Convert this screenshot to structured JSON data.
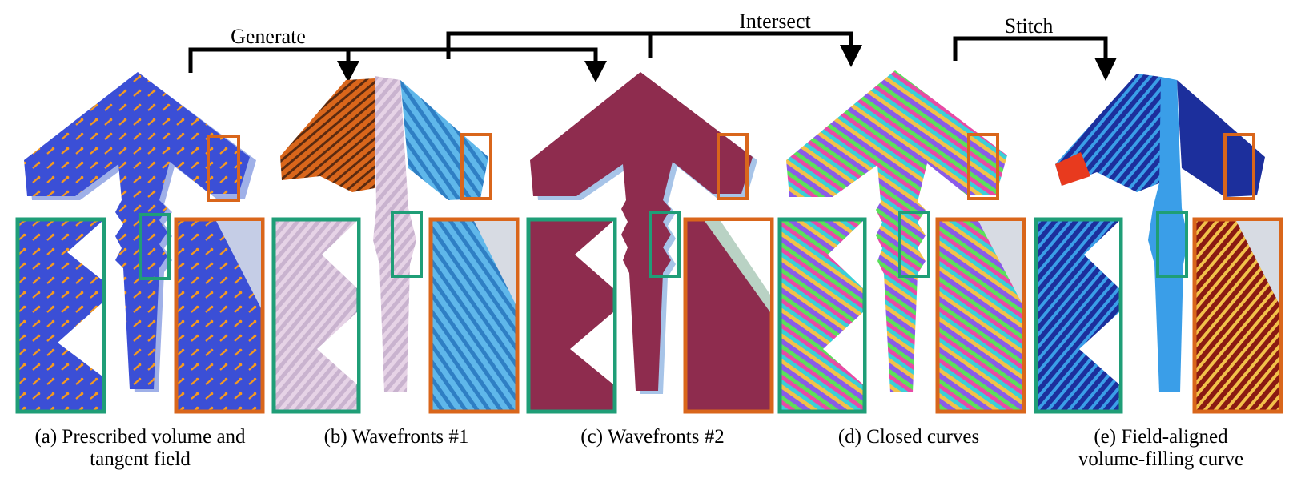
{
  "arrows": {
    "generate": "Generate",
    "intersect": "Intersect",
    "stitch": "Stitch"
  },
  "panels": [
    {
      "id": "a",
      "caption_lines": [
        "(a) Prescribed volume and",
        "tangent field"
      ]
    },
    {
      "id": "b",
      "caption_lines": [
        "(b) Wavefronts #1"
      ]
    },
    {
      "id": "c",
      "caption_lines": [
        "(c) Wavefronts #2"
      ]
    },
    {
      "id": "d",
      "caption_lines": [
        "(d) Closed curves"
      ]
    },
    {
      "id": "e",
      "caption_lines": [
        "(e) Field-aligned",
        "volume-filling curve"
      ]
    }
  ],
  "colors": {
    "arrow": "#000000",
    "inset_green": "#1f9e77",
    "inset_orange": "#d9661b",
    "volume_blue": "#3b4fd6",
    "field_arrow": "#f59a1e",
    "wavefront_pink": "#e6d3e6",
    "wavefront_orange": "#d9661b",
    "wavefront_cyan": "#5fb7ea",
    "wavefront2_maroon": "#8e2c4e",
    "curve_dark_blue": "#1c2f9c",
    "curve_light_blue": "#3a9ee8",
    "curve_red": "#e83a1e"
  }
}
